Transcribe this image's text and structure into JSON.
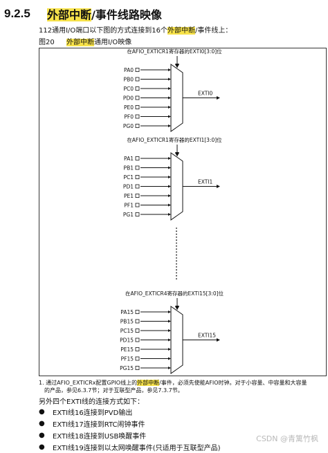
{
  "section": {
    "number": "9.2.5",
    "title_highlight": "外部中断",
    "title_rest": "/事件线路映像"
  },
  "intro": {
    "before": "112通用I/O端口以下图的方式连接到16个",
    "highlight": "外部中断",
    "after": "/事件线上："
  },
  "figure": {
    "number": "图20",
    "title_highlight": "外部中断",
    "title_rest": "通用I/O映像"
  },
  "diagram": {
    "groups": [
      {
        "register": "在AFIO_EXTICR1寄存器的EXTI0[3:0]位",
        "pins": [
          "PA0",
          "PB0",
          "PC0",
          "PD0",
          "PE0",
          "PF0",
          "PG0"
        ],
        "output": "EXTI0"
      },
      {
        "register": "在AFIO_EXTICR1寄存器的EXTI1[3:0]位",
        "pins": [
          "PA1",
          "PB1",
          "PC1",
          "PD1",
          "PE1",
          "PF1",
          "PG1"
        ],
        "output": "EXTI1"
      },
      {
        "register": "在AFIO_EXTICR4寄存器的EXTI15[3:0]位",
        "pins": [
          "PA15",
          "PB15",
          "PC15",
          "PD15",
          "PE15",
          "PF15",
          "PG15"
        ],
        "output": "EXTI15"
      }
    ]
  },
  "note": {
    "line1_before": "1. 通过AFIO_EXTICRx配置GPIO线上的",
    "line1_highlight": "外部中断",
    "line1_after": "/事件，必须先使能AFIO时钟。对于小容量、中容量和大容量",
    "line2": "的产品，参见6.3.7节；对于互联型产品，参见7.3.7节。"
  },
  "list_title": "另外四个EXTI线的连接方式如下：",
  "bullets": [
    "EXTI线16连接到PVD输出",
    "EXTI线17连接到RTC闹钟事件",
    "EXTI线18连接到USB唤醒事件",
    "EXTI线19连接到以太网唤醒事件(只适用于互联型产品)"
  ],
  "bullet_glyph": "●",
  "watermark": "CSDN @青篱竹枫",
  "colors": {
    "highlight": "#f7e24a",
    "line": "#111111",
    "watermark": "#b9b9b9"
  }
}
